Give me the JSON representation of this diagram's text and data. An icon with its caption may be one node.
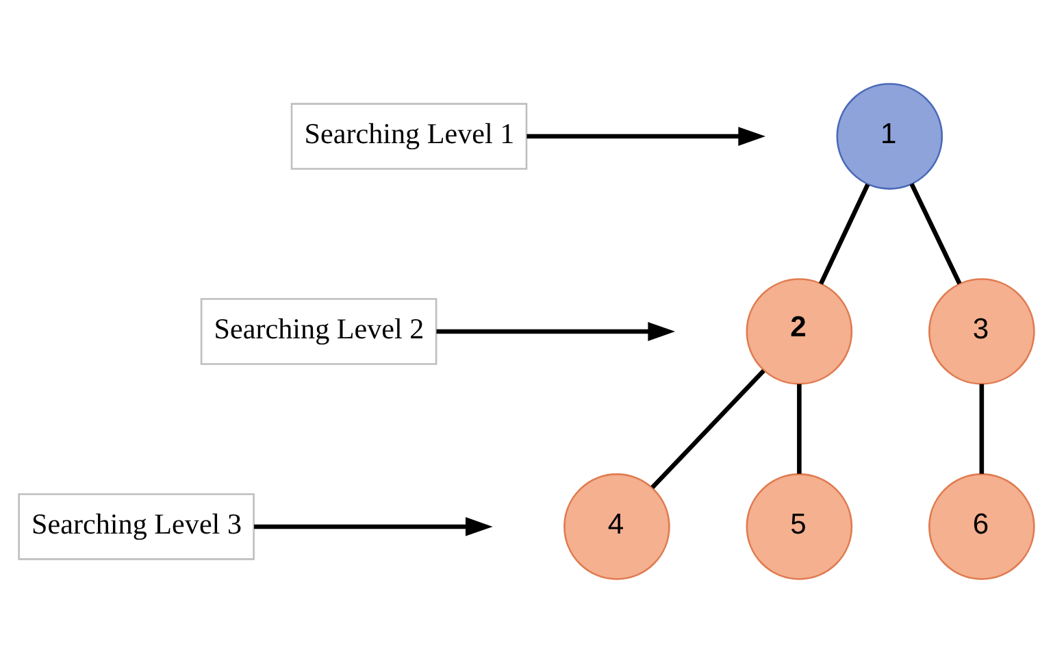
{
  "diagram": {
    "nodes": [
      {
        "text": [
          "Searching Level 1"
        ]
      },
      {
        "text": [
          "Searching Level 2"
        ]
      },
      {
        "text": [
          "Searching Level 3"
        ]
      },
      {
        "text": [
          "1"
        ]
      },
      {
        "text": [
          "2"
        ]
      },
      {
        "text": [
          "3"
        ]
      },
      {
        "text": [
          "4"
        ]
      },
      {
        "text": [
          "5"
        ]
      },
      {
        "text": [
          "6"
        ]
      }
    ],
    "edges": [
      {
        "from": 0,
        "to": null,
        "arrow": "to"
      },
      {
        "from": 1,
        "to": null,
        "arrow": "to"
      },
      {
        "from": 2,
        "to": null,
        "arrow": "to"
      },
      {
        "from": 3,
        "to": 4,
        "arrow": "none"
      },
      {
        "from": 3,
        "to": 5,
        "arrow": "none"
      },
      {
        "from": 4,
        "to": 6,
        "arrow": "none"
      },
      {
        "from": 4,
        "to": 7,
        "arrow": "none"
      },
      {
        "from": 5,
        "to": 8,
        "arrow": "none"
      }
    ]
  }
}
